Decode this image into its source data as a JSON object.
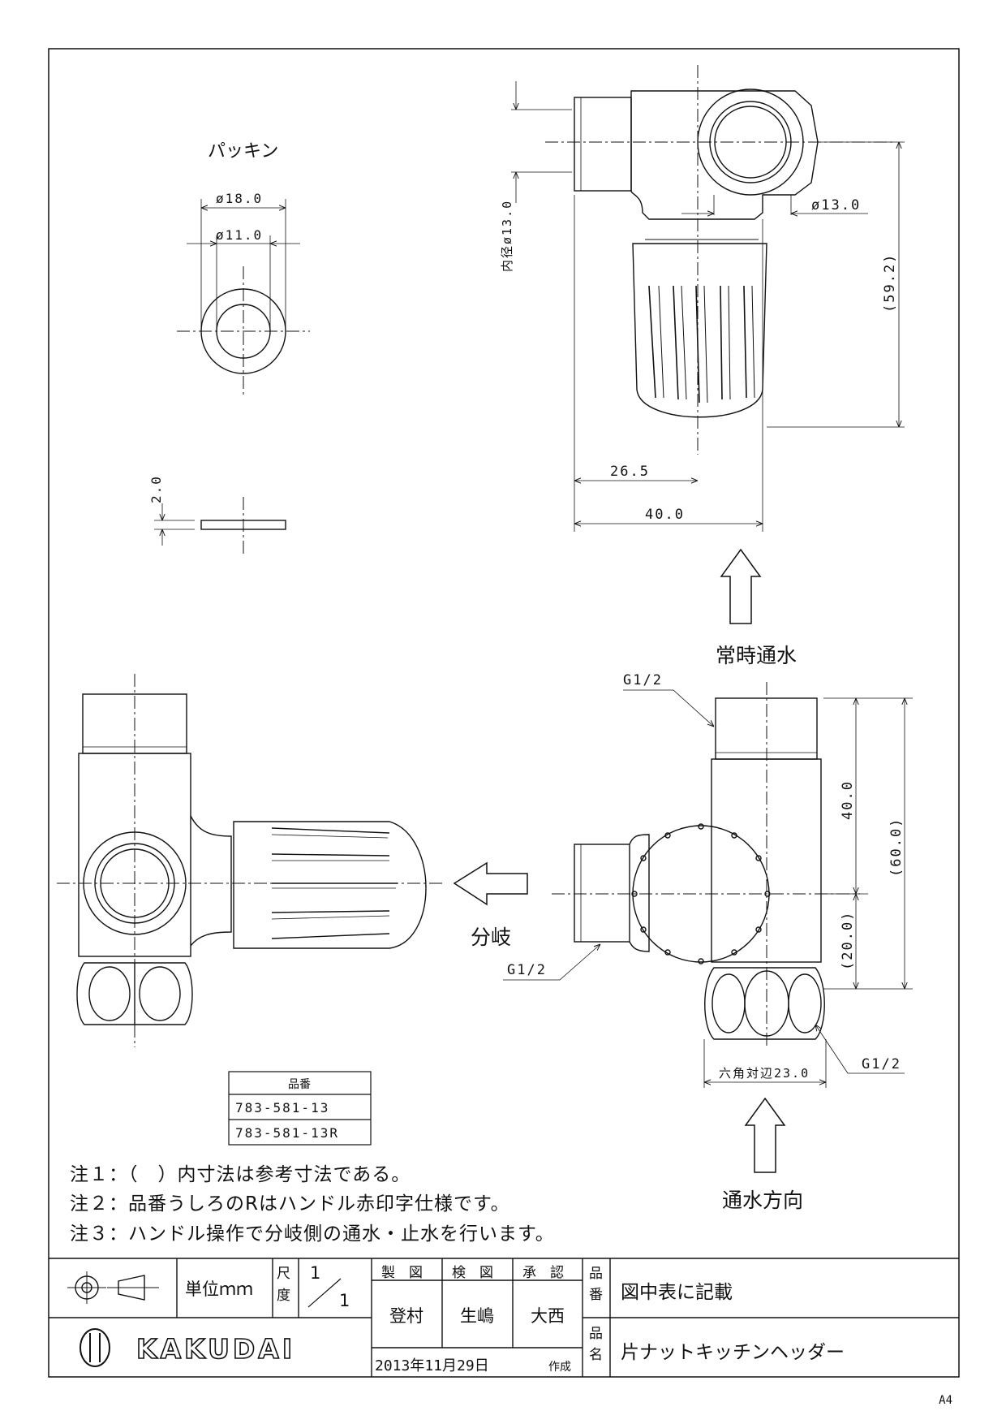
{
  "packing": {
    "label": "パッキン",
    "outer_dia": "ø18.0",
    "inner_dia": "ø11.0",
    "thickness": "2.0"
  },
  "top_view": {
    "inner_dia": "内径ø13.0",
    "port_dia": "ø13.0",
    "height": "(59.2)",
    "width_a": "26.5",
    "width_b": "40.0"
  },
  "front_view": {
    "flow_always": "常時通水",
    "branch": "分岐",
    "thread_top": "G1/2",
    "thread_left": "G1/2",
    "thread_bottom": "G1/2",
    "dim_40": "40.0",
    "dim_60": "(60.0)",
    "dim_20": "(20.0)",
    "hex": "六角対辺23.0",
    "flow_direction": "通水方向"
  },
  "part_table": {
    "header": "品番",
    "rows": [
      "783-581-13",
      "783-581-13R"
    ]
  },
  "notes": [
    "注１：（　）内寸法は参考寸法である。",
    "注２：品番うしろのRはハンドル赤印字仕様です。",
    "注３：ハンドル操作で分岐側の通水・止水を行います。"
  ],
  "title_block": {
    "unit": "単位ｍｍ",
    "scale_label": "尺度",
    "scale_num": "1",
    "scale_den": "1",
    "drawn_label": "製　図",
    "checked_label": "検　図",
    "approved_label": "承　認",
    "drawn_by": "登村",
    "checked_by": "生嶋",
    "approved_by": "大西",
    "date": "2013年11月29日",
    "created": "作成",
    "part_no_label": "品番",
    "part_no_value": "図中表に記載",
    "name_label": "品名",
    "name_value": "片ナットキッチンヘッダー",
    "brand": "KAKUDAI"
  },
  "sheet_size": "A4"
}
